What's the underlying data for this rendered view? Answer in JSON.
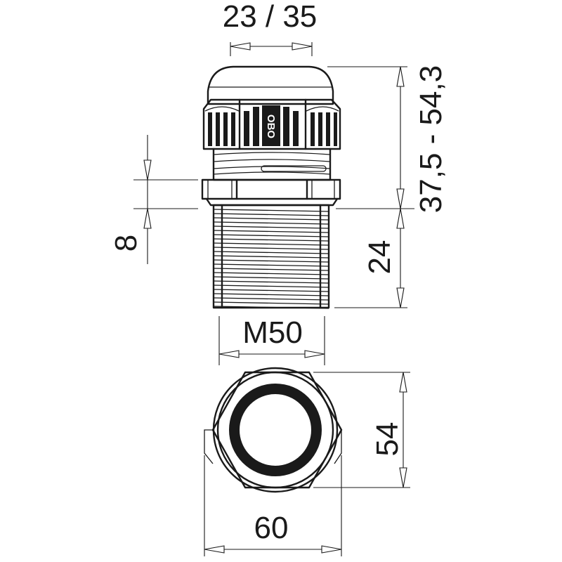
{
  "drawing": {
    "brand_mark": "OBO",
    "dimensions": {
      "clamping_range": "23 / 35",
      "overall_height": "37,5 - 54,3",
      "flange_height": "8",
      "thread_length": "24",
      "thread_size": "M50",
      "across_flats": "54",
      "across_corners": "60"
    }
  }
}
